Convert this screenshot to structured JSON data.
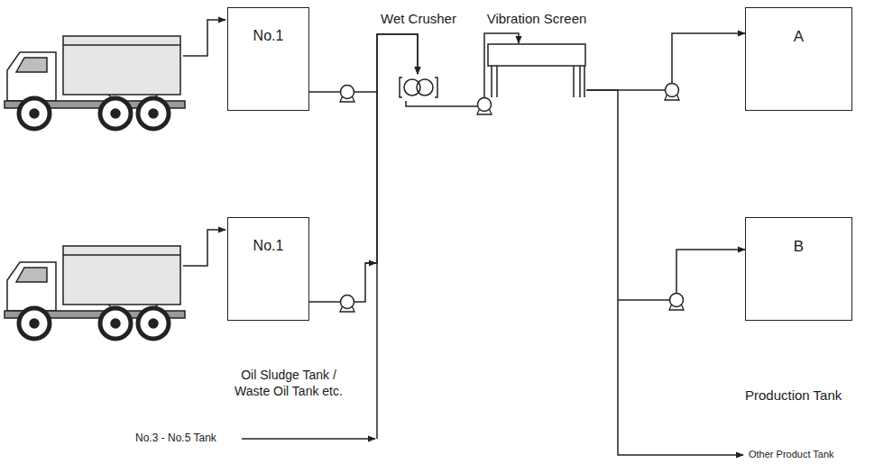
{
  "diagram": {
    "nodes": [
      {
        "text": [
          "No.1"
        ]
      },
      {
        "text": [
          "No.1"
        ]
      },
      {
        "text": [
          "Wet Crusher"
        ]
      },
      {
        "text": [
          "Vibration Screen"
        ]
      },
      {
        "text": [
          "A"
        ]
      },
      {
        "text": [
          "B"
        ]
      }
    ],
    "edges": [
      {
        "from": 0,
        "to": 2,
        "arrow": "to"
      },
      {
        "from": 1,
        "to": 2,
        "arrow": "to"
      },
      {
        "from": 2,
        "to": 3,
        "arrow": "to"
      },
      {
        "from": 3,
        "to": 4,
        "arrow": "to"
      },
      {
        "from": 3,
        "to": 5,
        "arrow": "to"
      }
    ],
    "labels": [
      "Oil Sludge Tank / Waste Oil Tank etc.",
      "No.3 - No.5 Tank",
      "Production Tank",
      "Other Product Tank"
    ]
  }
}
